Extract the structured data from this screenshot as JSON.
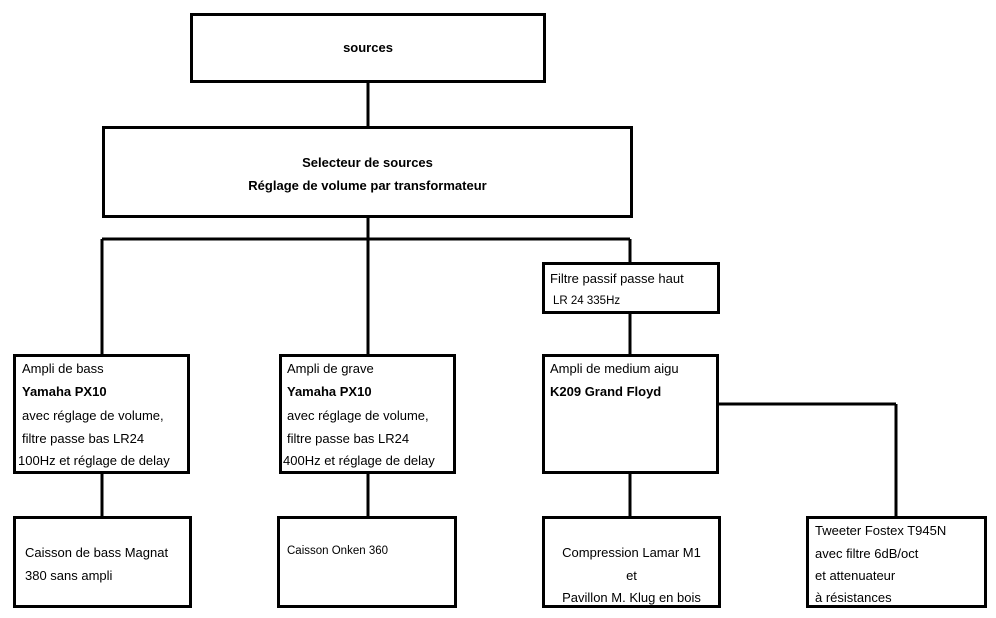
{
  "nodes": {
    "sources": {
      "label": "sources"
    },
    "selector": {
      "line1": "Selecteur de sources",
      "line2": "Réglage de volume par transformateur"
    },
    "high_pass_filter": {
      "line1": "Filtre passif passe haut",
      "line2": "LR 24 335Hz"
    },
    "bass_amp": {
      "line1": "Ampli de bass",
      "line2": "Yamaha PX10",
      "line3": "avec réglage de volume,",
      "line4": "filtre passe bas LR24",
      "line5": "100Hz et réglage de delay"
    },
    "low_amp": {
      "line1": "Ampli de grave",
      "line2": "Yamaha PX10",
      "line3": "avec réglage de volume,",
      "line4": "filtre passe  bas  LR24",
      "line5": "400Hz et réglage de delay"
    },
    "mid_high_amp": {
      "line1": "Ampli de medium aigu",
      "line2": "K209 Grand Floyd"
    },
    "bass_box": {
      "line1": "Caisson de bass Magnat",
      "line2": "380 sans ampli"
    },
    "low_box": {
      "line1": "Caisson Onken 360"
    },
    "compression": {
      "line1": "Compression Lamar M1",
      "line2": "et",
      "line3": "Pavillon M. Klug en bois"
    },
    "tweeter": {
      "line1": "Tweeter Fostex T945N",
      "line2": "avec  filtre 6dB/oct",
      "line3": "et attenuateur",
      "line4": "à résistances"
    }
  }
}
